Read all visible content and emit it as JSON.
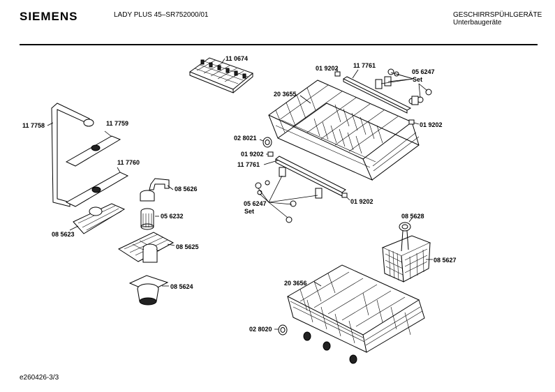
{
  "header": {
    "brand": "SIEMENS",
    "model": "LADY PLUS 45–SR752000/01",
    "category_line1": "GESCHIRRSPÜHLGERÄTE",
    "category_line2": "Unterbaugeräte"
  },
  "footer": {
    "code": "e260426-3/3"
  },
  "parts": [
    {
      "id": "p-110674",
      "label": "11 0674"
    },
    {
      "id": "p-019202-a",
      "label": "01 9202"
    },
    {
      "id": "p-117761-a",
      "label": "11 7761"
    },
    {
      "id": "p-056247-a",
      "label": "05 6247"
    },
    {
      "id": "p-set-a",
      "label": "Set"
    },
    {
      "id": "p-203655",
      "label": "20 3655"
    },
    {
      "id": "p-019202-b",
      "label": "01 9202"
    },
    {
      "id": "p-117758",
      "label": "11 7758"
    },
    {
      "id": "p-117759",
      "label": "11 7759"
    },
    {
      "id": "p-028021",
      "label": "02 8021"
    },
    {
      "id": "p-019202-c",
      "label": "01 9202"
    },
    {
      "id": "p-117761-b",
      "label": "11 7761"
    },
    {
      "id": "p-117760",
      "label": "11 7760"
    },
    {
      "id": "p-085626",
      "label": "08 5626"
    },
    {
      "id": "p-056247-b",
      "label": "05 6247"
    },
    {
      "id": "p-set-b",
      "label": "Set"
    },
    {
      "id": "p-019202-d",
      "label": "01 9202"
    },
    {
      "id": "p-056232",
      "label": "05 6232"
    },
    {
      "id": "p-085623",
      "label": "08 5623"
    },
    {
      "id": "p-085628",
      "label": "08 5628"
    },
    {
      "id": "p-085625",
      "label": "08 5625"
    },
    {
      "id": "p-085627",
      "label": "08 5627"
    },
    {
      "id": "p-085624",
      "label": "08 5624"
    },
    {
      "id": "p-203656",
      "label": "20 3656"
    },
    {
      "id": "p-028020",
      "label": "02 8020"
    }
  ]
}
